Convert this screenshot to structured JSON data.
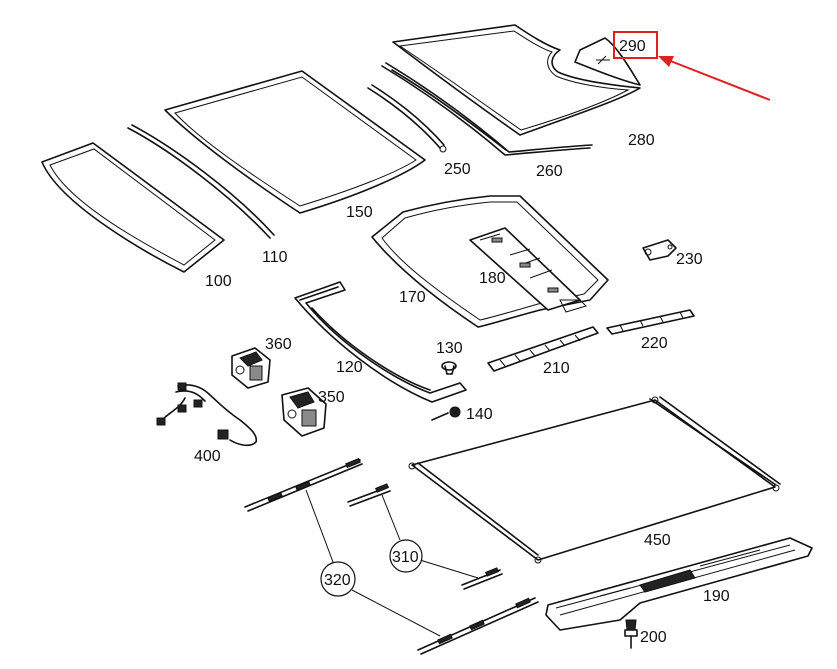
{
  "diagram": {
    "parts": [
      {
        "id": "p100",
        "label": "100"
      },
      {
        "id": "p110",
        "label": "110"
      },
      {
        "id": "p120",
        "label": "120"
      },
      {
        "id": "p130",
        "label": "130"
      },
      {
        "id": "p140",
        "label": "140"
      },
      {
        "id": "p150",
        "label": "150"
      },
      {
        "id": "p170",
        "label": "170"
      },
      {
        "id": "p180",
        "label": "180"
      },
      {
        "id": "p190",
        "label": "190"
      },
      {
        "id": "p200",
        "label": "200"
      },
      {
        "id": "p210",
        "label": "210"
      },
      {
        "id": "p220",
        "label": "220"
      },
      {
        "id": "p230",
        "label": "230"
      },
      {
        "id": "p250",
        "label": "250"
      },
      {
        "id": "p260",
        "label": "260"
      },
      {
        "id": "p280",
        "label": "280"
      },
      {
        "id": "p290",
        "label": "290"
      },
      {
        "id": "p310",
        "label": "310"
      },
      {
        "id": "p320",
        "label": "320"
      },
      {
        "id": "p350",
        "label": "350"
      },
      {
        "id": "p360",
        "label": "360"
      },
      {
        "id": "p400",
        "label": "400"
      },
      {
        "id": "p450",
        "label": "450"
      }
    ],
    "highlight": {
      "part": "290",
      "color": "#e02020"
    }
  }
}
